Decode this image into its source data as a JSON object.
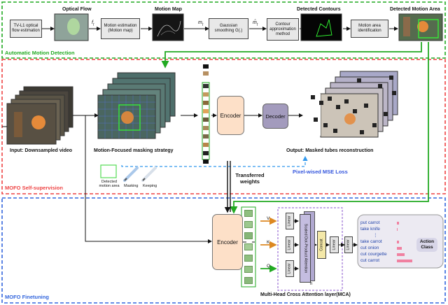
{
  "sections": {
    "automatic": "Automatic Motion Detection",
    "self_supervision": "MOFO Self-supervision",
    "finetuning": "MOFO Finetuning"
  },
  "top_row": {
    "tvl1": "TV-L1 optical flow estimation",
    "optical_flow": "Optical Flow",
    "f_t": "f",
    "f_t_sub": "t",
    "motion_estimation": "Motion estimation (Motion map)",
    "motion_map": "Motion Map",
    "m_t": "m",
    "m_t_sub": "t",
    "gaussian": "Gaussian smoothing G(.)",
    "m_hat": "m̂",
    "m_hat_sub": "t",
    "contour": "Contour approximation method",
    "detected_contours": "Detected Contours",
    "motion_area_id": "Motion area identification",
    "detected_motion_area": "Detected Motion Area"
  },
  "self_sup": {
    "input_label": "Input: Downsampled video",
    "masking_label": "Motion-Focused masking strategy",
    "encoder": "Encoder",
    "decoder": "Decoder",
    "output_label": "Output: Masked tubes reconstruction",
    "loss": "Pixel-wised MSE Loss",
    "legend": {
      "detected": "Detected motion area",
      "masking": "Masking",
      "keeping": "Keeping"
    }
  },
  "transferred": "Transferred weights",
  "finetune": {
    "encoder": "Encoder",
    "v": "V",
    "k": "K",
    "q": "Q",
    "linear": "Linear",
    "sdpa": "Scaled Dot-Product Attention",
    "concat": "Concat",
    "h": "h",
    "mca_label": "Multi-Head Cross Attention layer(MCA)",
    "actions": [
      "put carrot",
      "take knife",
      "⋮",
      "take carrot",
      "cut onion",
      "cut courgette",
      "cut carrot"
    ],
    "action_scores": [
      0.12,
      0.05,
      0,
      0.1,
      0.28,
      0.42,
      0.85
    ],
    "action_class": "Action Class"
  },
  "colors": {
    "green": "#22aa22",
    "red": "#ee4444",
    "blue": "#3366dd",
    "encoder": "#fde0c8",
    "decoder": "#a39bbd",
    "attention": "#c4bde0",
    "pink_bar": "#f080a0",
    "action_text": "#2244aa"
  }
}
